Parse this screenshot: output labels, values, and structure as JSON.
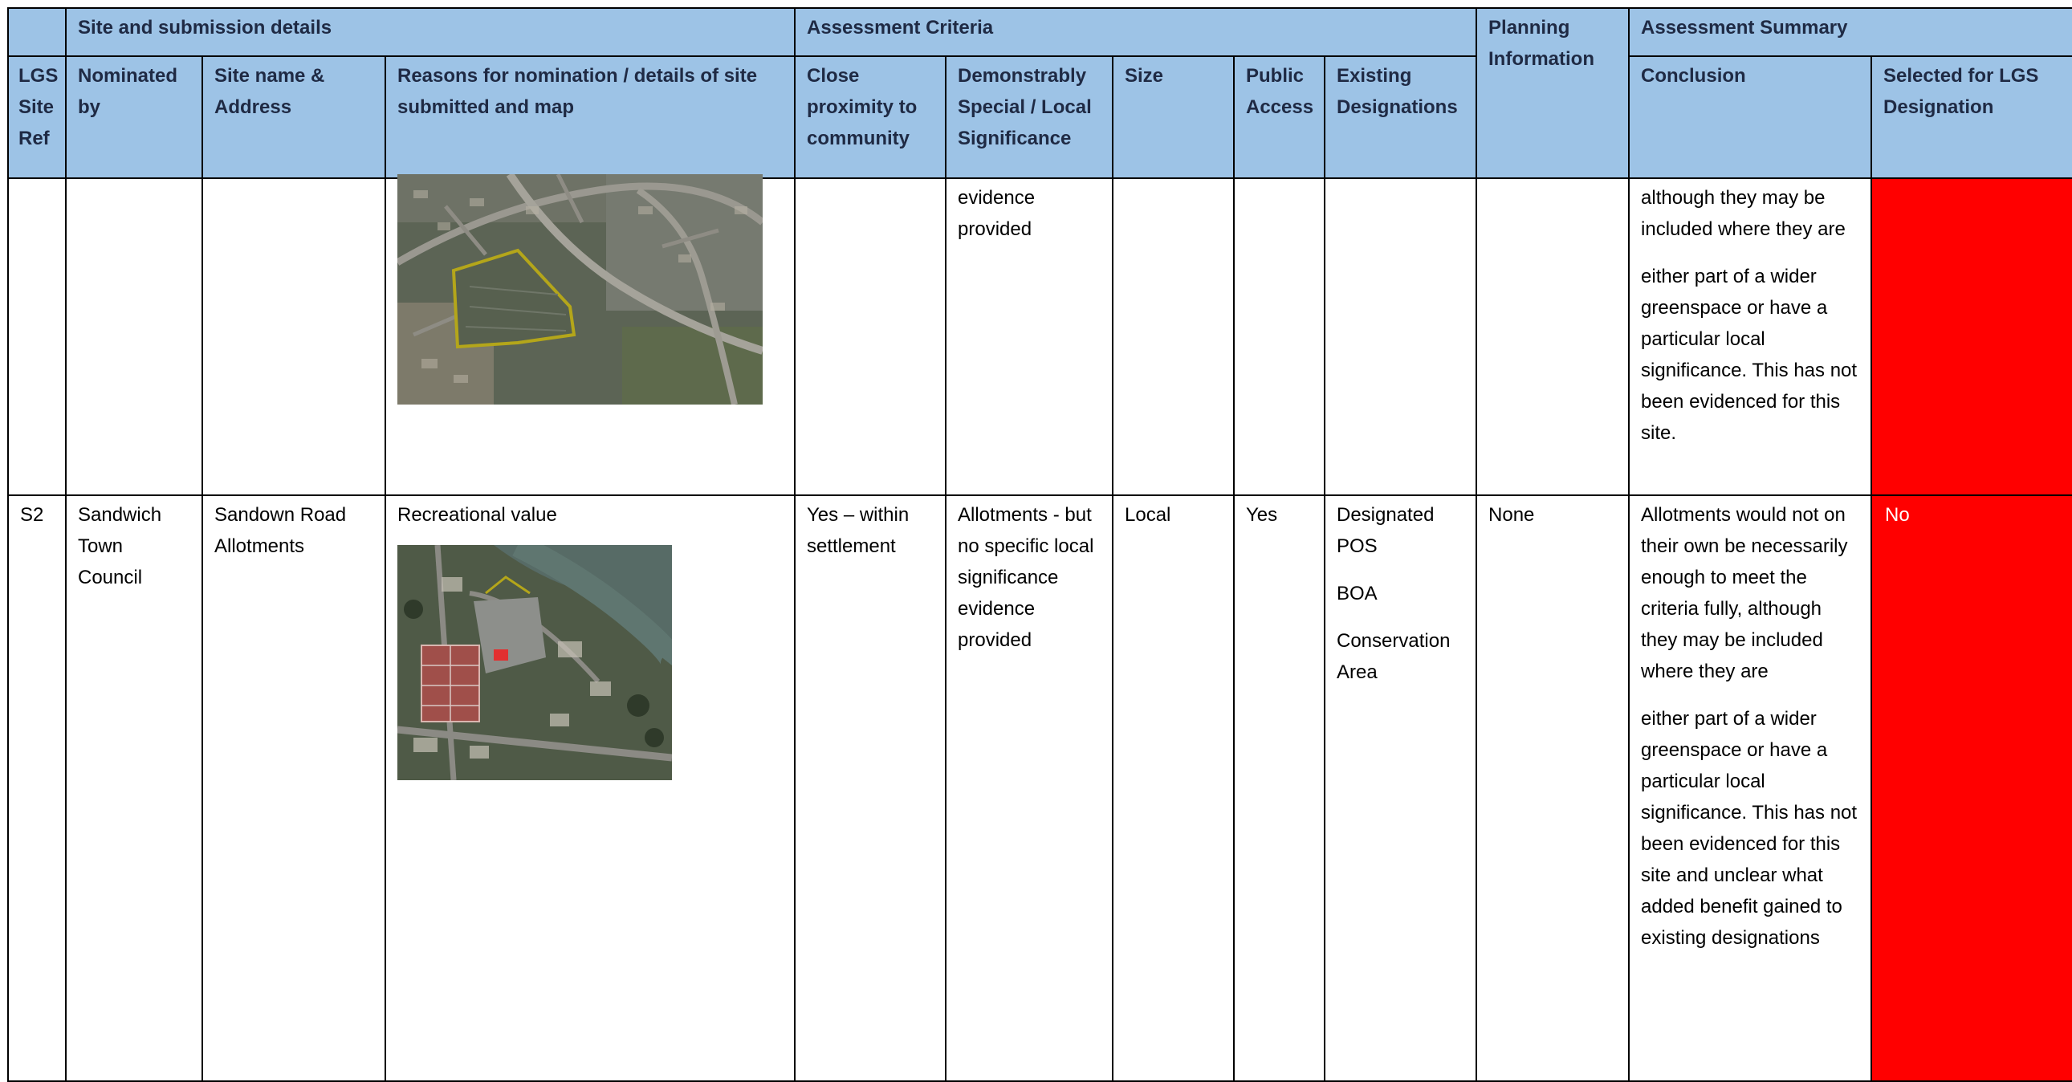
{
  "header": {
    "group_site": "Site and submission details",
    "group_assessment": "Assessment Criteria",
    "group_planning": "Planning Information",
    "group_summary": "Assessment Summary",
    "col_ref": "LGS Site Ref",
    "col_nominated": "Nominated by",
    "col_site": "Site name & Address",
    "col_reasons": "Reasons for nomination /  details of site submitted and map",
    "col_proximity": "Close proximity to community",
    "col_special": "Demonstrably Special / Local Significance",
    "col_size": "Size",
    "col_access": "Public Access",
    "col_designations": "Existing Designations",
    "col_conclusion": "Conclusion",
    "col_selected": "Selected for LGS Designation"
  },
  "row1": {
    "special": "evidence provided",
    "conclusion_p1": "although they may be included where they are",
    "conclusion_p2": "either part of a wider greenspace or have a particular local significance. This has not been evidenced for this site."
  },
  "row2": {
    "ref": "S2",
    "nominated": "Sandwich Town Council",
    "site": "Sandown Road Allotments",
    "reasons": "Recreational value",
    "proximity": "Yes – within settlement",
    "special": "Allotments - but no specific local significance evidence provided",
    "size": "Local",
    "access": "Yes",
    "designation_1": "Designated POS",
    "designation_2": "BOA",
    "designation_3": "Conservation Area",
    "planning": "None",
    "conclusion_p1": "Allotments would not on their own be necessarily enough to meet the criteria fully, although they may be included where they are",
    "conclusion_p2": "either part of a wider greenspace or have a particular local significance. This has not been evidenced for this site and unclear what added benefit gained to existing designations",
    "selected": "No"
  },
  "colors": {
    "header_bg": "#9dc3e6",
    "selected_no_bg": "#ff0000"
  }
}
